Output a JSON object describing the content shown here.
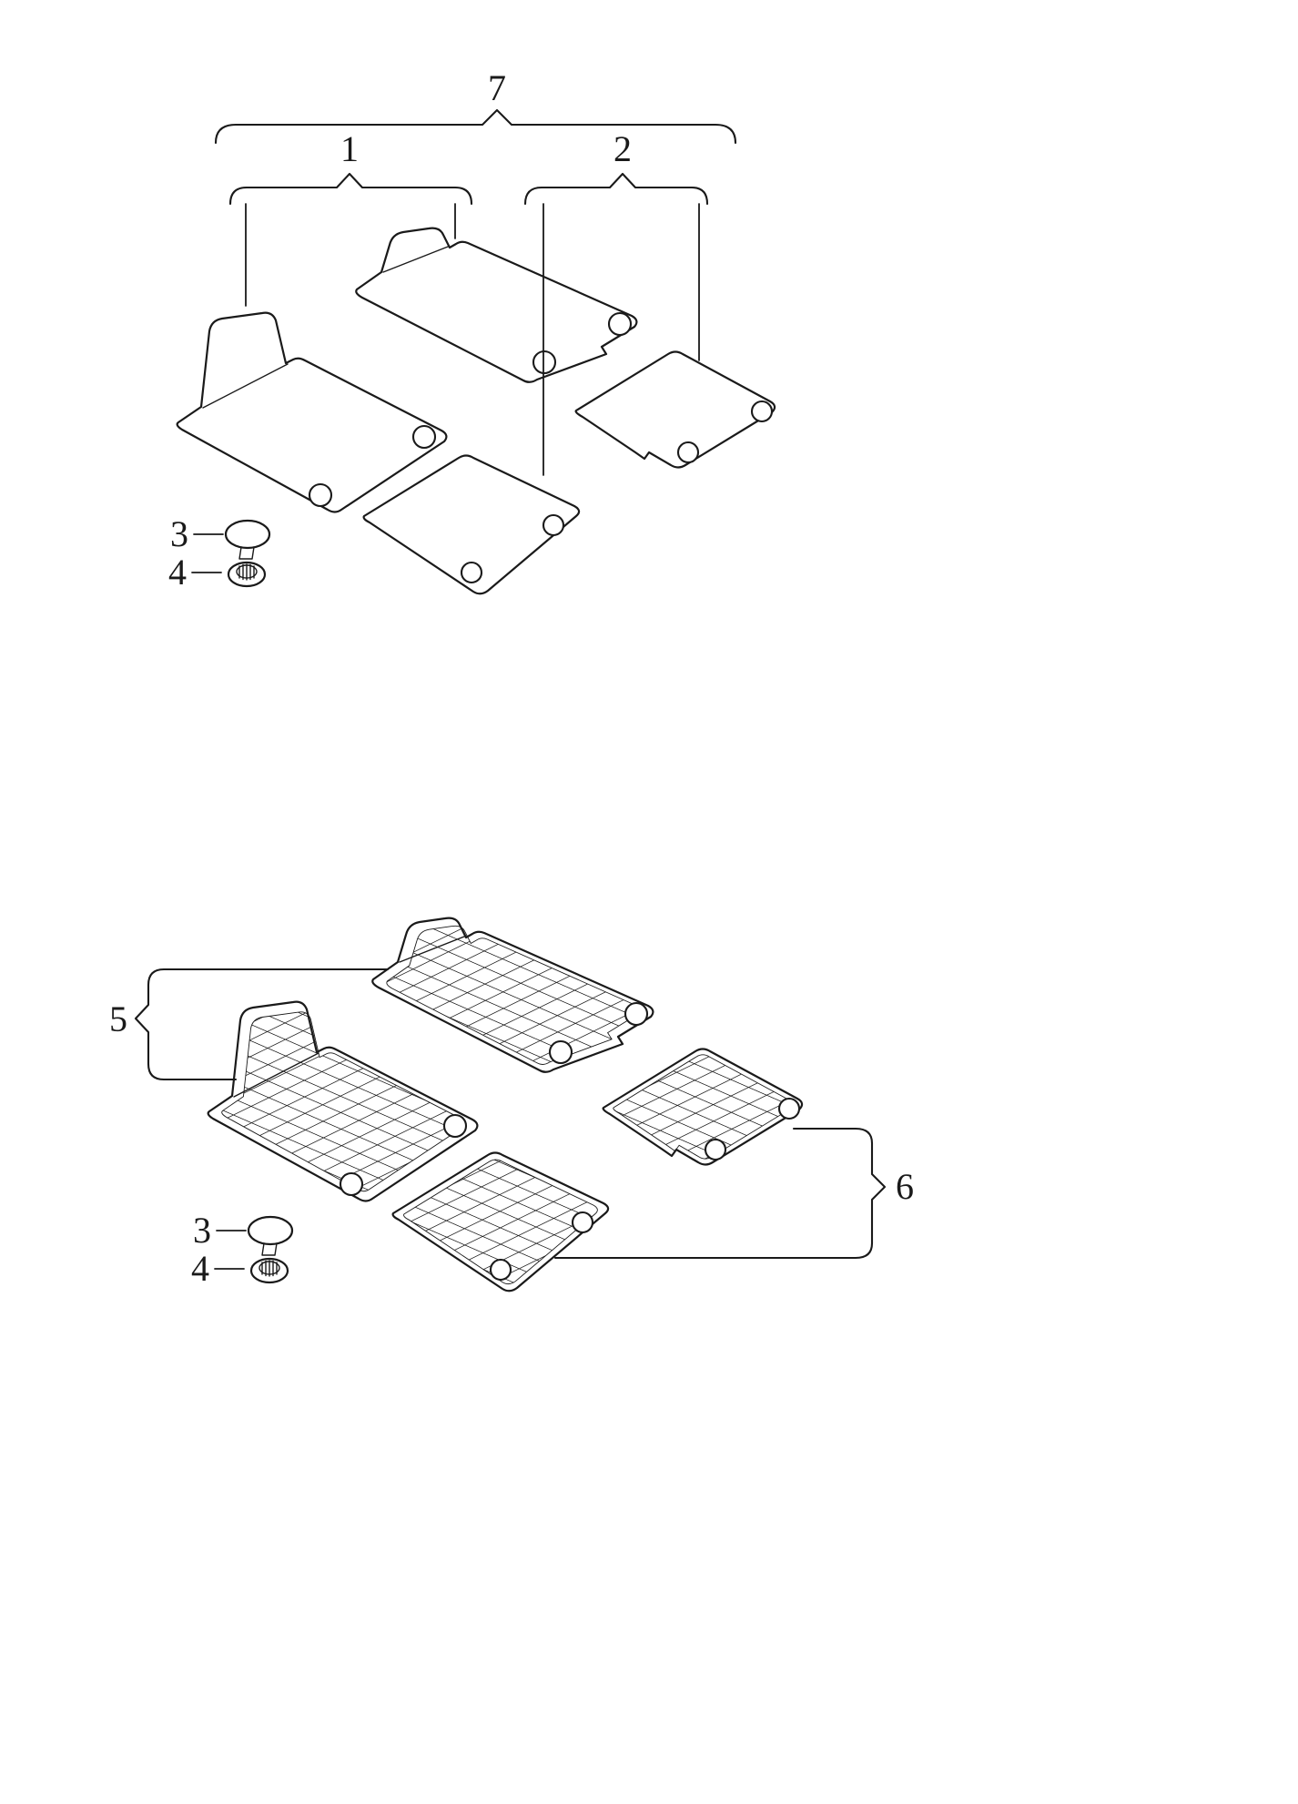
{
  "figure": {
    "type": "exploded-parts-diagram",
    "background_color": "#ffffff",
    "line_color": "#1a1a1a",
    "groups": {
      "textile_set": {
        "assembly_callout": "7",
        "front_mats_callout": "1",
        "rear_mats_callout": "2",
        "cap_callout": "3",
        "fastener_callout": "4"
      },
      "rubber_set": {
        "front_mats_callout": "5",
        "rear_mats_callout": "6",
        "cap_callout": "3",
        "fastener_callout": "4"
      }
    }
  }
}
